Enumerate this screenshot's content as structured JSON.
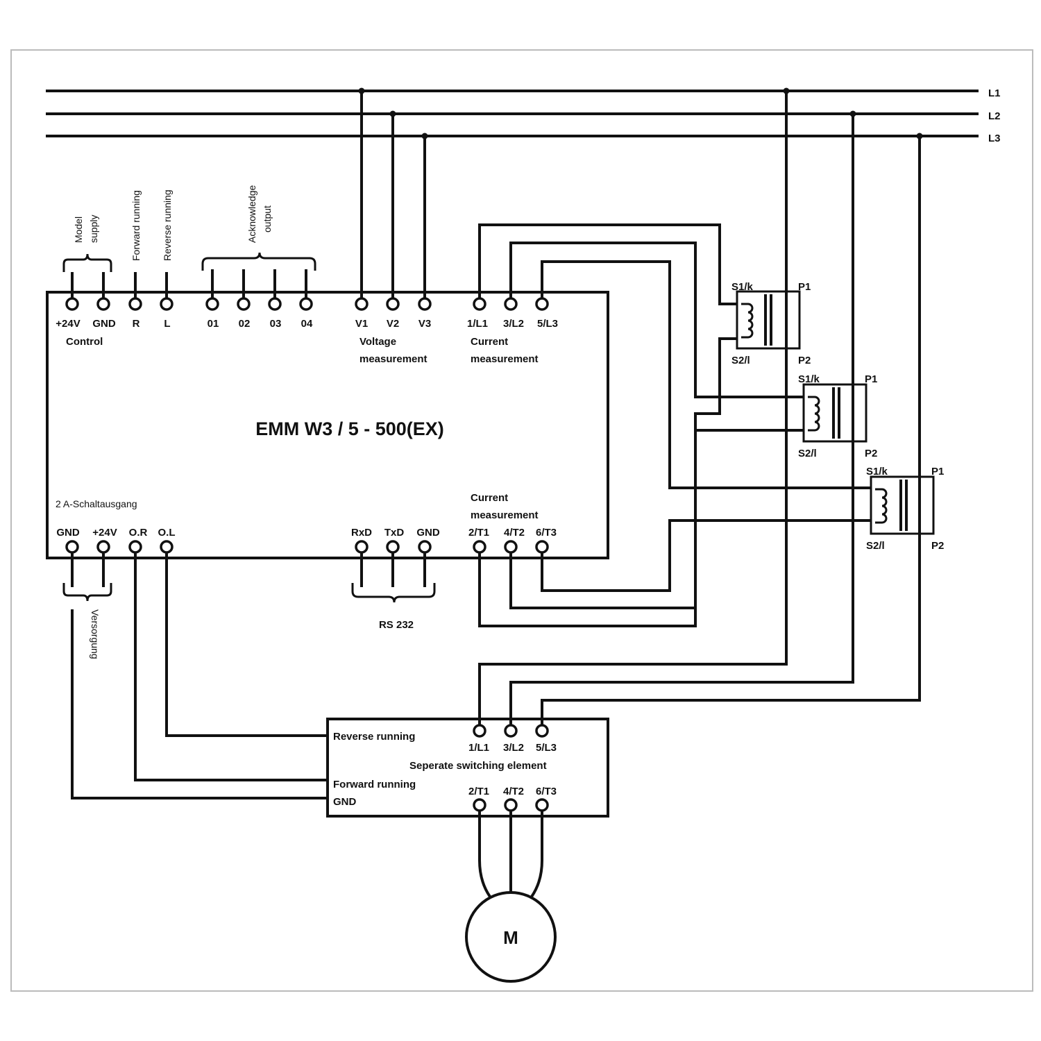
{
  "lines": {
    "l1": "L1",
    "l2": "L2",
    "l3": "L3"
  },
  "device": {
    "title": "EMM  W3 / 5 - 500(EX)",
    "top_terminals": [
      "+24V",
      "GND",
      "R",
      "L",
      "01",
      "02",
      "03",
      "04",
      "V1",
      "V2",
      "V3",
      "1/L1",
      "3/L2",
      "5/L3"
    ],
    "control": "Control",
    "voltage_measurement": [
      "Voltage",
      "measurement"
    ],
    "current_measurement_top": [
      "Current",
      "measurement"
    ],
    "current_measurement_bottom": [
      "Current",
      "measurement"
    ],
    "bottom_terminals": [
      "GND",
      "+24V",
      "O.R",
      "O.L",
      "RxD",
      "TxD",
      "GND",
      "2/T1",
      "4/T2",
      "6/T3"
    ],
    "schaltausgang": "2 A-Schaltausgang"
  },
  "vertical_labels": {
    "model_supply": [
      "Model",
      "supply"
    ],
    "forward_running": "Forward running",
    "reverse_running": "Reverse running",
    "acknowledge_output": [
      "Acknowledge",
      "output"
    ],
    "versorgung": "Versorgung"
  },
  "rs232": "RS 232",
  "transformers": [
    {
      "s1": "S1/k",
      "s2": "S2/l",
      "p1": "P1",
      "p2": "P2"
    },
    {
      "s1": "S1/k",
      "s2": "S2/l",
      "p1": "P1",
      "p2": "P2"
    },
    {
      "s1": "S1/k",
      "s2": "S2/l",
      "p1": "P1",
      "p2": "P2"
    }
  ],
  "switch": {
    "reverse": "Reverse running",
    "forward": "Forward running",
    "gnd": "GND",
    "top_terminals": [
      "1/L1",
      "3/L2",
      "5/L3"
    ],
    "bottom_terminals": [
      "2/T1",
      "4/T2",
      "6/T3"
    ],
    "title": "Seperate switching element"
  },
  "motor": "M"
}
